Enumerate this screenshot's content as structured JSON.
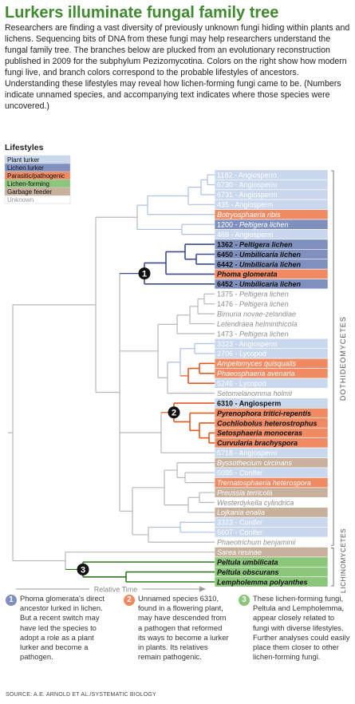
{
  "title": "Lurkers illuminate fungal family tree",
  "intro": "Researchers are finding a vast diversity of previously unknown fungi hiding within plants and lichens. Sequencing bits of DNA from these fungi may help researchers understand the fungal family tree. The branches below are plucked from an evolutionary reconstruction published in 2009 for the subphylum Pezizomycotina. Colors on the right show how modern fungi live, and branch colors correspond to the probable lifestyles of ancestors. Understanding these lifestyles may reveal how lichen-forming fungi came to be. (Numbers indicate unnamed species, and accompanying text indicates where those species were uncovered.)",
  "legend": {
    "heading": "Lifestyles",
    "items": [
      {
        "label": "Plant lurker",
        "color": "#c9d8ec"
      },
      {
        "label": "Lichen lurker",
        "color": "#7f90bf"
      },
      {
        "label": "Parasitic/pathogenic",
        "color": "#ef8a62"
      },
      {
        "label": "Lichen-forming",
        "color": "#8cc67a"
      },
      {
        "label": "Garbage feeder",
        "color": "#c7b19d"
      },
      {
        "label": "Unknown",
        "color": "#ffffff"
      }
    ]
  },
  "colors": {
    "plant": "#c9d8ec",
    "lichen_lurker": "#7f90bf",
    "parasitic": "#ef8a62",
    "lichen_forming": "#8cc67a",
    "garbage": "#c7b19d",
    "unknown": "#ffffff",
    "title_green": "#3f8a2e"
  },
  "leaves": [
    {
      "num": "1182",
      "name": "Angiosperm",
      "style": "plant"
    },
    {
      "num": "6730",
      "name": "Angiosperm",
      "style": "plant"
    },
    {
      "num": "6731",
      "name": "Angiosperm",
      "style": "plant"
    },
    {
      "num": "435",
      "name": "Angiosperm",
      "style": "plant"
    },
    {
      "num": "",
      "name": "Botryosphaeria ribis",
      "style": "parasitic",
      "italic": true
    },
    {
      "num": "1200",
      "name": "Peltigera lichen",
      "style": "lichen_lurker",
      "italic": true
    },
    {
      "num": "469",
      "name": "Angiosperm",
      "style": "plant"
    },
    {
      "num": "1362",
      "name": "Peltigera lichen",
      "style": "lichen_lurker",
      "italic": true,
      "bold": true
    },
    {
      "num": "6450",
      "name": "Umbilicaria lichen",
      "style": "lichen_lurker",
      "italic": true,
      "bold": true
    },
    {
      "num": "6442",
      "name": "Umbilicaria lichen",
      "style": "lichen_lurker",
      "italic": true,
      "bold": true
    },
    {
      "num": "",
      "name": "Phoma glomerata",
      "style": "parasitic",
      "italic": true,
      "bold": true
    },
    {
      "num": "6452",
      "name": "Umbilicaria lichen",
      "style": "lichen_lurker",
      "italic": true,
      "bold": true
    },
    {
      "num": "1375",
      "name": "Peltigera lichen",
      "style": "unknown",
      "italic": true
    },
    {
      "num": "1476",
      "name": "Peltigera lichen",
      "style": "unknown",
      "italic": true
    },
    {
      "num": "",
      "name": "Bimuria novae-zelandiae",
      "style": "unknown",
      "italic": true
    },
    {
      "num": "",
      "name": "Letendraea helminthicola",
      "style": "unknown",
      "italic": true
    },
    {
      "num": "1473",
      "name": "Peltigera lichen",
      "style": "unknown",
      "italic": true
    },
    {
      "num": "3323",
      "name": "Angiosperm",
      "style": "plant"
    },
    {
      "num": "2706",
      "name": "Lycopod",
      "style": "plant"
    },
    {
      "num": "",
      "name": "Ampelomyces quisqualis",
      "style": "parasitic",
      "italic": true
    },
    {
      "num": "",
      "name": "Phaeosphaeria avenaria",
      "style": "parasitic",
      "italic": true
    },
    {
      "num": "5246",
      "name": "Lycopod",
      "style": "plant"
    },
    {
      "num": "",
      "name": "Setomelanomma holmii",
      "style": "unknown",
      "italic": true
    },
    {
      "num": "6310",
      "name": "Angiosperm",
      "style": "plant",
      "bold": true
    },
    {
      "num": "",
      "name": "Pyrenophora tritici-repentis",
      "style": "parasitic",
      "italic": true,
      "bold": true
    },
    {
      "num": "",
      "name": "Cochliobolus heterostrophus",
      "style": "parasitic",
      "italic": true,
      "bold": true
    },
    {
      "num": "",
      "name": "Setosphaeria monoceras",
      "style": "parasitic",
      "italic": true,
      "bold": true
    },
    {
      "num": "",
      "name": "Curvularia brachyspora",
      "style": "parasitic",
      "italic": true,
      "bold": true
    },
    {
      "num": "5718",
      "name": "Angiosperm",
      "style": "plant"
    },
    {
      "num": "",
      "name": "Byssothecium circinans",
      "style": "garbage",
      "italic": true
    },
    {
      "num": "5095",
      "name": "Conifer",
      "style": "plant"
    },
    {
      "num": "",
      "name": "Trematosphaeria heterospora",
      "style": "parasitic",
      "italic": true
    },
    {
      "num": "",
      "name": "Preussia terricola",
      "style": "garbage",
      "italic": true
    },
    {
      "num": "",
      "name": "Westerdykella cylindrica",
      "style": "unknown",
      "italic": true
    },
    {
      "num": "",
      "name": "Lojkania enalia",
      "style": "garbage",
      "italic": true
    },
    {
      "num": "3323",
      "name": "Conifer",
      "style": "plant"
    },
    {
      "num": "5607",
      "name": "Conifer",
      "style": "plant"
    },
    {
      "num": "",
      "name": "Phaeotrichum benjaminii",
      "style": "unknown",
      "italic": true
    },
    {
      "num": "",
      "name": "Sarea resinae",
      "style": "garbage",
      "italic": true
    },
    {
      "num": "",
      "name": "Peltula umbilicata",
      "style": "lichen_forming",
      "italic": true,
      "bold": true
    },
    {
      "num": "",
      "name": "Peltula obscurans",
      "style": "lichen_forming",
      "italic": true,
      "bold": true
    },
    {
      "num": "",
      "name": "Lempholemma polyanthes",
      "style": "lichen_forming",
      "italic": true,
      "bold": true
    }
  ],
  "class_labels": {
    "dothideomycetes": "DOTHIDEOMYCETES",
    "lichinomycetes": "LICHINOMYCETES"
  },
  "relative_time": "Relative Time",
  "markers": [
    "1",
    "2",
    "3"
  ],
  "notes": [
    {
      "num": "1",
      "color": "#7f90bf",
      "text": "Phoma glomerata's direct ancestor lurked in lichen. But a recent switch may have led the species to adopt a role as a plant lurker and become a pathogen."
    },
    {
      "num": "2",
      "color": "#ef8a62",
      "text": "Unnamed species 6310, found in a flowering plant, may have descended from a pathogen that reformed its ways to become a lurker in plants. Its relatives remain pathogenic."
    },
    {
      "num": "3",
      "color": "#8cc67a",
      "text": "These lichen-forming fungi, Peltula and Lempholemma, appear closely related to fungi with diverse lifestyles. Further analyses could easily place them closer to other lichen-forming fungi."
    }
  ],
  "source": "SOURCE: A.E. ARNOLD ET AL./SYSTEMATIC BIOLOGY"
}
